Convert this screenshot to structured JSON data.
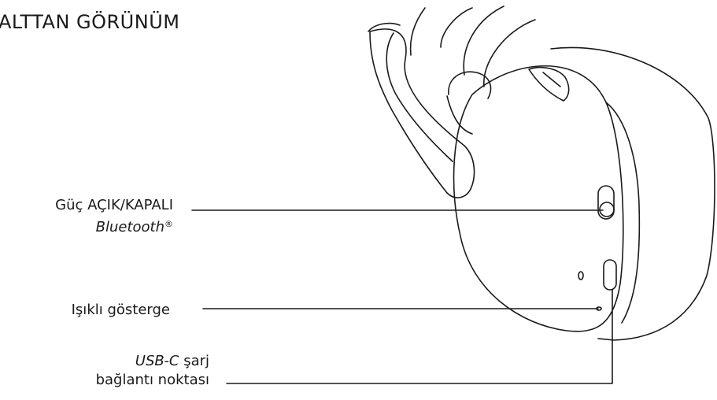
{
  "title": "ALTTAN GÖRÜNÜM",
  "callouts": {
    "power": {
      "line1": "Güç AÇIK/KAPALI",
      "line2": "Bluetooth",
      "mark": "®"
    },
    "indicator": {
      "line1": "Işıklı gösterge"
    },
    "usb": {
      "line1_italic": "USB-C",
      "line1_rest": " şarj",
      "line2": "bağlantı noktası"
    }
  },
  "colors": {
    "stroke": "#1a1a1a",
    "background": "#ffffff"
  }
}
